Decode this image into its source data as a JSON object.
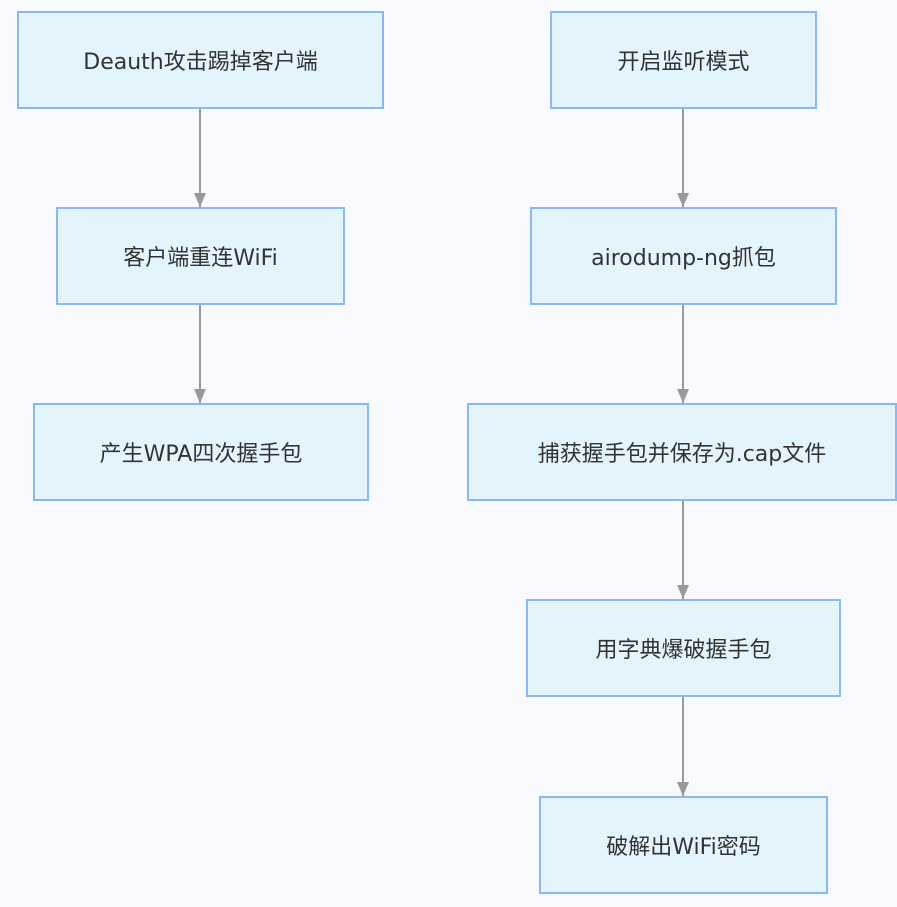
{
  "left_flow": {
    "deauth": "Deauth攻击踢掉客户端",
    "reconnect": "客户端重连WiFi",
    "handshake": "产生WPA四次握手包"
  },
  "right_flow": {
    "monitor": "开启监听模式",
    "airodump": "airodump-ng抓包",
    "capture": "捕获握手包并保存为.cap文件",
    "dictionary": "用字典爆破握手包",
    "crack": "破解出WiFi密码"
  }
}
